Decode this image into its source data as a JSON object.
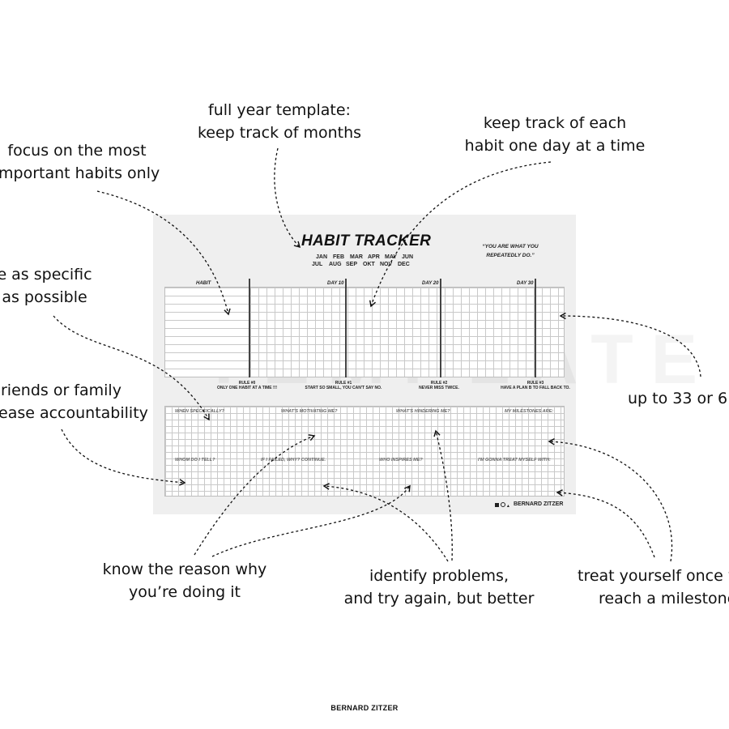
{
  "annotations": {
    "full_year": [
      "full year template:",
      "keep track of months"
    ],
    "focus": [
      "focus on the most",
      "important habits only"
    ],
    "each_day": [
      "keep track of each",
      "habit one day at a time"
    ],
    "specific": [
      "e as specific",
      "as possible"
    ],
    "friends": [
      "riends or family",
      "ease accountability"
    ],
    "up_to": "up to 33 or 6",
    "reason": [
      "know the reason why",
      "you’re doing it"
    ],
    "problems": [
      "identify problems,",
      "and try again, but better"
    ],
    "treat": [
      "treat yourself once y",
      "reach a milestone"
    ]
  },
  "sheet": {
    "title": "HABIT TRACKER",
    "months_row1": [
      "JAN",
      "FEB",
      "MAR",
      "APR",
      "MAY",
      "JUN"
    ],
    "months_row2": [
      "JUL",
      "AUG",
      "SEP",
      "OKT",
      "NOV",
      "DEC"
    ],
    "quote": [
      "“YOU ARE WHAT YOU",
      "REPEATEDLY DO.”"
    ],
    "headers": {
      "habit": "HABIT",
      "day10": "DAY 10",
      "day20": "DAY 20",
      "day30": "DAY 30"
    },
    "rules": [
      {
        "title": "RULE #0",
        "text": "ONLY ONE HABIT AT A TIME !!!"
      },
      {
        "title": "RULE #1",
        "text": "START SO SMALL, YOU CAN'T SAY NO."
      },
      {
        "title": "RULE #2",
        "text": "NEVER MISS TWICE."
      },
      {
        "title": "RULE #3",
        "text": "HAVE A PLAN B TO FALL BACK TO."
      }
    ],
    "watermark": "TEMPLATE",
    "questions": {
      "when": "WHEN SPECIFICALLY?",
      "motivating": "WHAT'S MOTIVATING ME?",
      "hindering": "WHAT'S HINDERING ME?",
      "milestones": "MY MILESTONES ARE:",
      "whom": "WHOM DO I TELL?",
      "failed": "IF I FAILED, WHY? CONTINUE.",
      "inspires": "WHO INSPIRES ME?",
      "treat": "I'M GONNA TREAT MYSELF WITH:"
    },
    "brand": "BERNARD ZITZER",
    "social_icons": [
      "linkedin-icon",
      "instagram-icon",
      "twitter-icon"
    ]
  },
  "footer": "BERNARD ZITZER"
}
